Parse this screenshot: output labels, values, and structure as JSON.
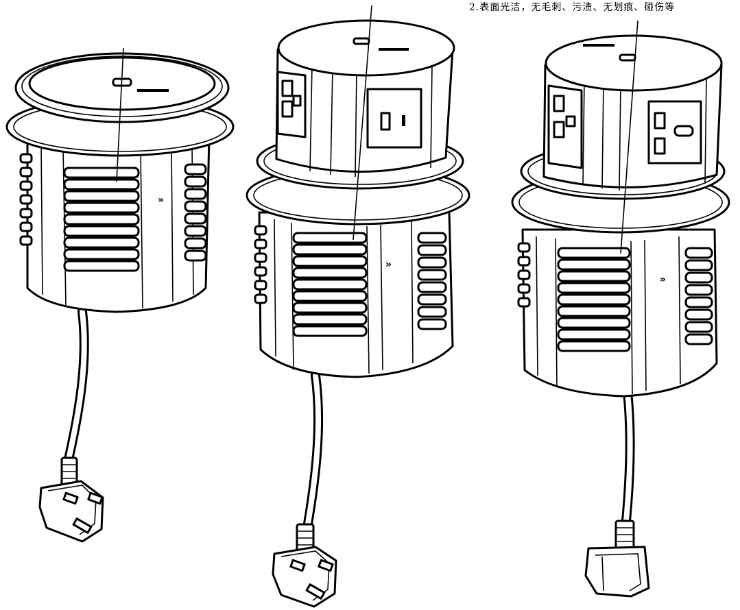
{
  "drawing": {
    "note_text": "2.表面光洁，无毛刺、污渍、无划痕、碰伤等",
    "units": [
      {
        "id": "retracted",
        "state": "closed"
      },
      {
        "id": "raised-1",
        "state": "raised"
      },
      {
        "id": "raised-2",
        "state": "raised"
      }
    ]
  }
}
